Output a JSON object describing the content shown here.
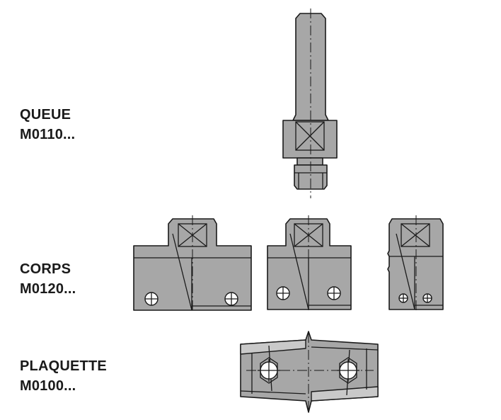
{
  "parts": {
    "queue": {
      "name": "QUEUE",
      "ref": "M0110..."
    },
    "corps": {
      "name": "CORPS",
      "ref": "M0120..."
    },
    "plaquette": {
      "name": "PLAQUETTE",
      "ref": "M0100..."
    }
  },
  "colors": {
    "metal_fill": "#a7a7a7",
    "metal_light": "#c9c9c9",
    "outline": "#1a1a1a",
    "label_text": "#1a1a1a",
    "background": "#ffffff"
  }
}
